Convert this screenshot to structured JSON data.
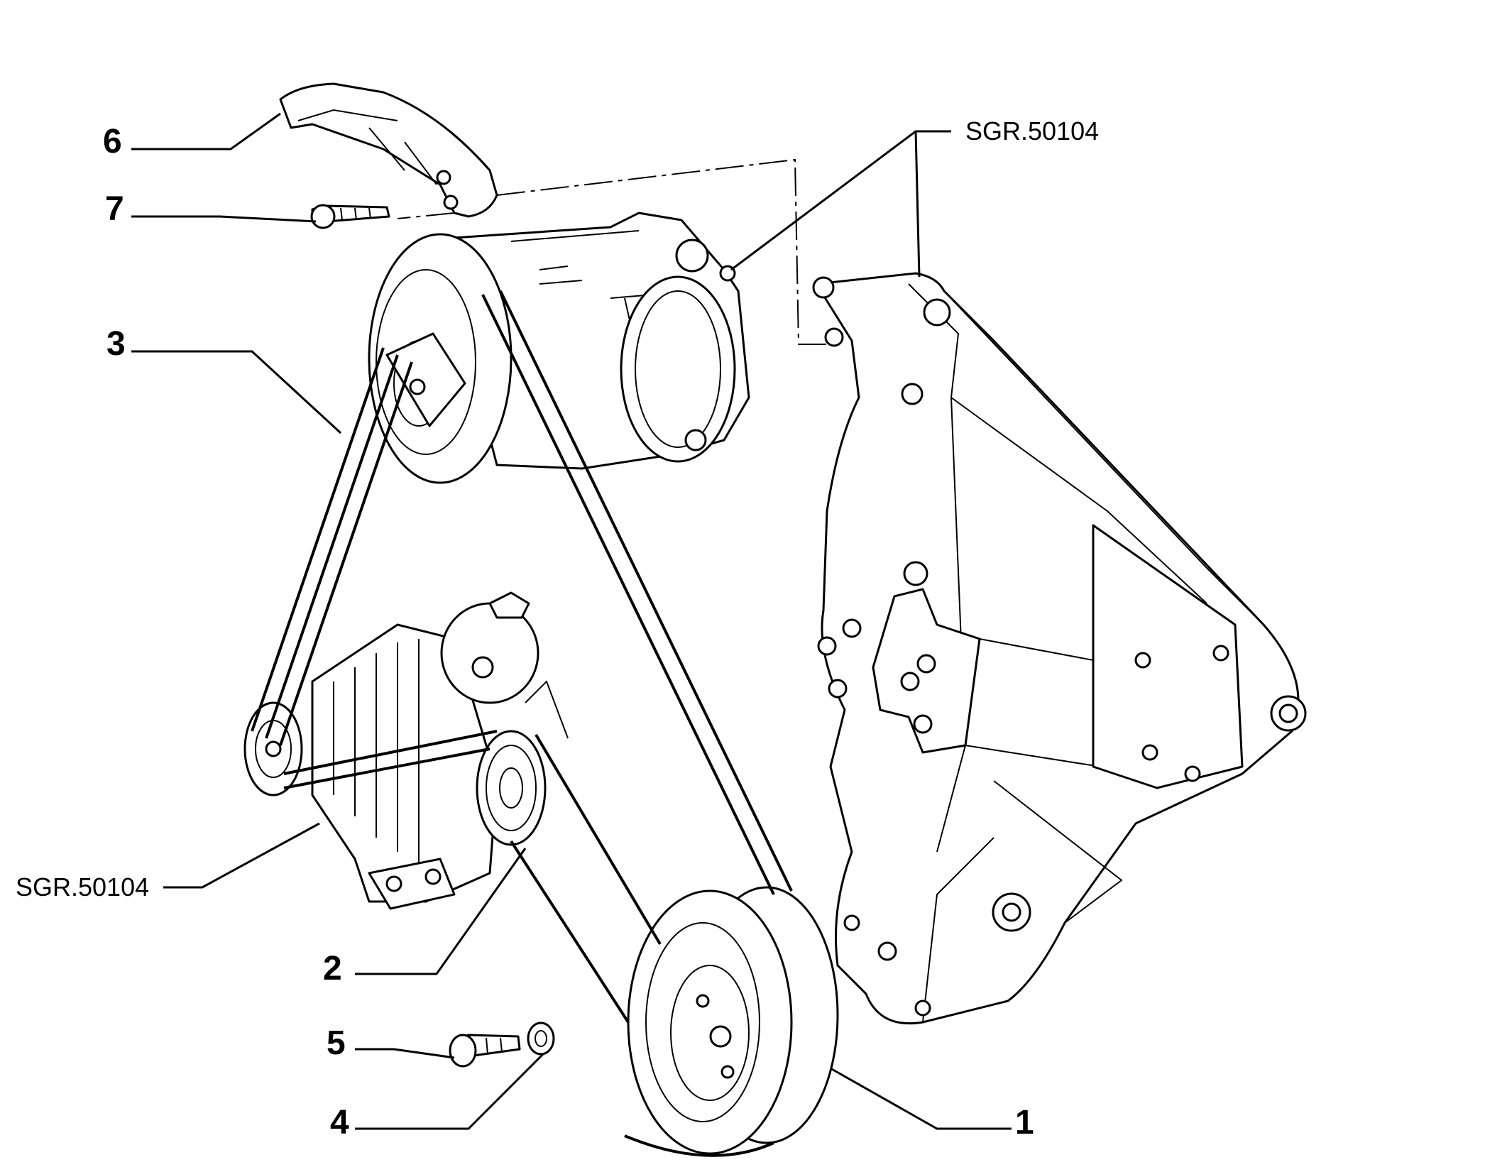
{
  "callouts": {
    "c1": "1",
    "c2": "2",
    "c3": "3",
    "c4": "4",
    "c5": "5",
    "c6": "6",
    "c7": "7"
  },
  "references": {
    "ref_top": "SGR.50104",
    "ref_left": "SGR.50104"
  }
}
